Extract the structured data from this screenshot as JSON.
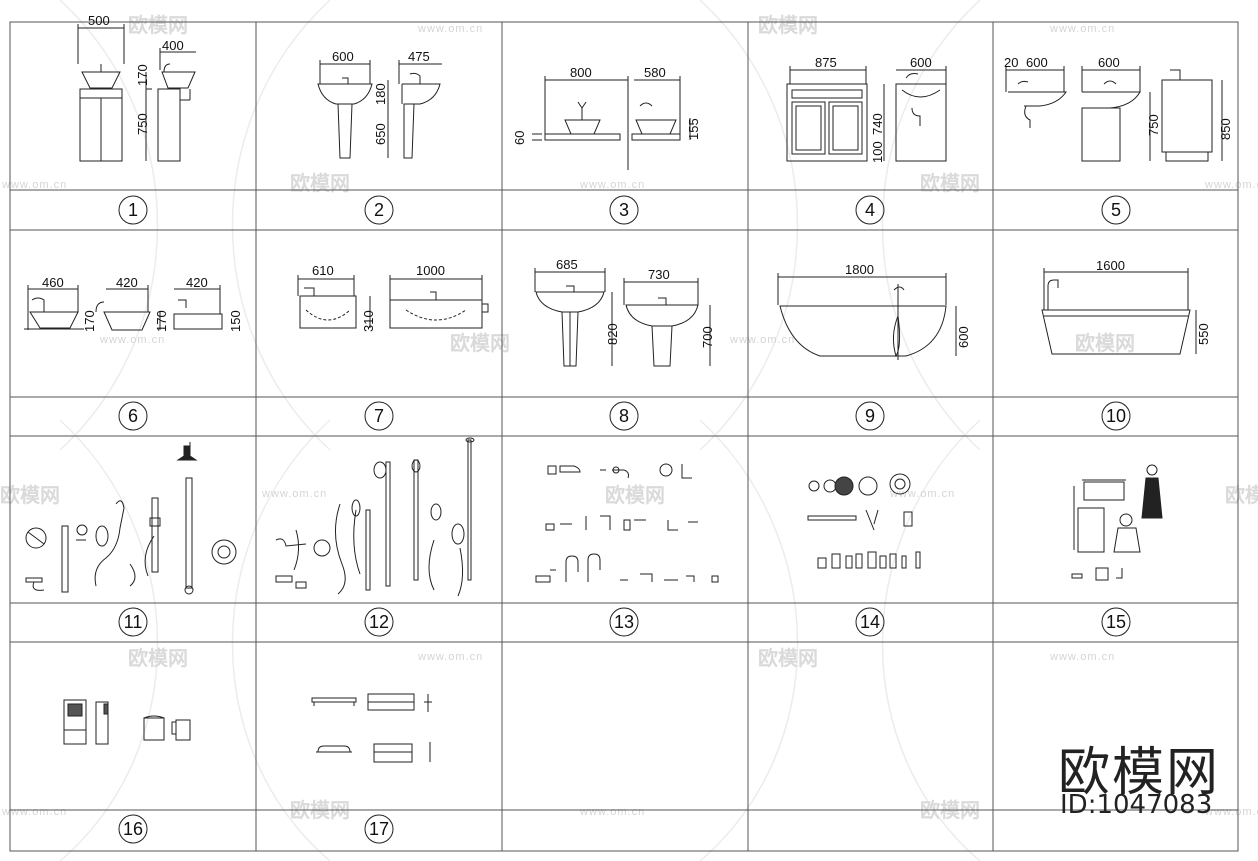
{
  "brand": {
    "logo_text": "欧模网",
    "id_text": "ID:1047083"
  },
  "watermark": {
    "text": "欧模网",
    "url": "www.om.cn"
  },
  "cells": [
    {
      "number": "1",
      "dims": [
        "500",
        "400",
        "170",
        "750"
      ]
    },
    {
      "number": "2",
      "dims": [
        "600",
        "475",
        "180",
        "650"
      ]
    },
    {
      "number": "3",
      "dims": [
        "800",
        "580",
        "60",
        "155"
      ]
    },
    {
      "number": "4",
      "dims": [
        "875",
        "600",
        "740",
        "100"
      ]
    },
    {
      "number": "5",
      "dims": [
        "20",
        "600",
        "600",
        "750",
        "850"
      ]
    },
    {
      "number": "6",
      "dims": [
        "460",
        "420",
        "420",
        "170",
        "170",
        "150"
      ]
    },
    {
      "number": "7",
      "dims": [
        "610",
        "1000",
        "310"
      ]
    },
    {
      "number": "8",
      "dims": [
        "685",
        "730",
        "820",
        "700"
      ]
    },
    {
      "number": "9",
      "dims": [
        "1800",
        "600"
      ]
    },
    {
      "number": "10",
      "dims": [
        "1600",
        "550"
      ]
    },
    {
      "number": "11",
      "dims": []
    },
    {
      "number": "12",
      "dims": []
    },
    {
      "number": "13",
      "dims": []
    },
    {
      "number": "14",
      "dims": []
    },
    {
      "number": "15",
      "dims": []
    },
    {
      "number": "16",
      "dims": []
    },
    {
      "number": "17",
      "dims": []
    }
  ]
}
